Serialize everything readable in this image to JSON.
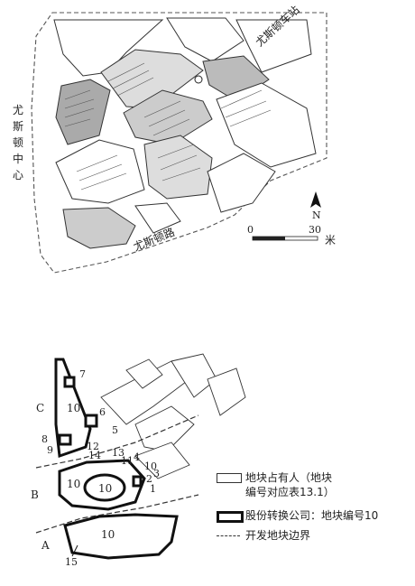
{
  "top_map": {
    "street_north": "尤斯顿车站",
    "street_west": "尤斯顿中心",
    "street_south": "尤斯顿路",
    "north_label": "N",
    "scale": {
      "zero": "0",
      "max": "30",
      "unit": "米"
    }
  },
  "bottom_map": {
    "area_labels": [
      "A",
      "B",
      "C"
    ],
    "plot_numbers": [
      "1",
      "2",
      "3",
      "4",
      "5",
      "6",
      "7",
      "8",
      "9",
      "10",
      "11",
      "12",
      "13",
      "14",
      "15"
    ],
    "ten_labels": [
      "10",
      "10",
      "10",
      "10"
    ]
  },
  "legend": {
    "item1_line1": "地块占有人（地块",
    "item1_line2": "编号对应表13.1）",
    "item2": "股份转换公司：地块编号10",
    "item3": "开发地块边界"
  }
}
